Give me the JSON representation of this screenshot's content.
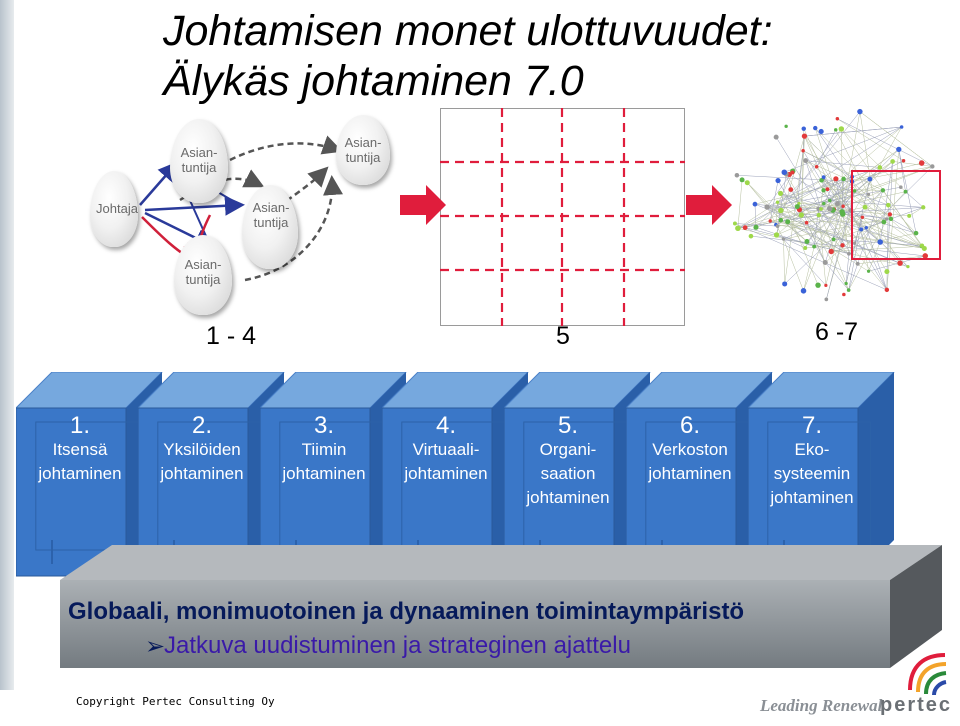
{
  "title": {
    "line1": "Johtamisen monet ulottuvuudet:",
    "line2": "Älykäs johtaminen 7.0"
  },
  "diagram_top": {
    "nodes": [
      {
        "id": "johtaja",
        "label": "Johtaja"
      },
      {
        "id": "asiantuntija-1",
        "label": "Asian-\ntuntija"
      },
      {
        "id": "asiantuntija-2",
        "label": "Asian-\ntuntija"
      },
      {
        "id": "asiantuntija-3",
        "label": "Asian-\ntuntija"
      },
      {
        "id": "asiantuntija-4",
        "label": "Asian-\ntuntija"
      }
    ],
    "stage_labels": [
      "1 - 4",
      "5",
      "6 -7"
    ]
  },
  "boxes": [
    {
      "num": "1.",
      "lines": [
        "Itsensä",
        "johtaminen"
      ]
    },
    {
      "num": "2.",
      "lines": [
        "Yksilöiden",
        "johtaminen"
      ]
    },
    {
      "num": "3.",
      "lines": [
        "Tiimin",
        "johtaminen"
      ]
    },
    {
      "num": "4.",
      "lines": [
        "Virtuaali-",
        "johtaminen"
      ]
    },
    {
      "num": "5.",
      "lines": [
        "Organi-",
        "saation",
        "johtaminen"
      ]
    },
    {
      "num": "6.",
      "lines": [
        "Verkoston",
        "johtaminen"
      ]
    },
    {
      "num": "7.",
      "lines": [
        "Eko-",
        "systeemin",
        "johtaminen"
      ]
    }
  ],
  "base": {
    "line1": "Globaali, monimuotoinen ja dynaaminen toimintaympäristö",
    "bullet": "➢",
    "line2": "Jatkuva uudistuminen ja strateginen ajattelu"
  },
  "footer": {
    "copyright": "Copyright Pertec Consulting Oy",
    "tagline": "Leading Renewal",
    "brand": "pertec"
  },
  "colors": {
    "box_front": "#3a77c8",
    "box_side": "#2a5fa8",
    "box_top": "#76a8de",
    "platform": "#7e858b",
    "arrow": "#e01d3c",
    "base_text": "#061a5a",
    "base_text2": "#3a1aa8"
  }
}
